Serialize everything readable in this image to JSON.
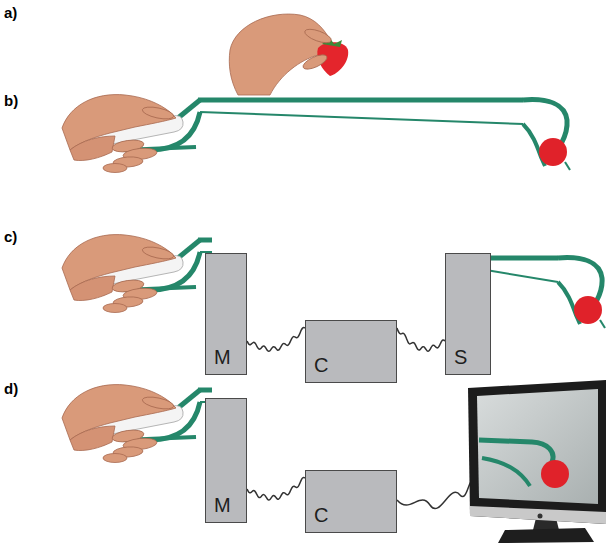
{
  "diagram": {
    "nodes": [
      {
        "text": [
          "M"
        ]
      },
      {
        "text": [
          "C"
        ]
      },
      {
        "text": [
          "S"
        ]
      },
      {
        "text": [
          "M"
        ]
      },
      {
        "text": [
          "C"
        ]
      }
    ],
    "edges": [
      {
        "from": 0,
        "to": 1,
        "arrow": "none"
      },
      {
        "from": 1,
        "to": 2,
        "arrow": "none"
      },
      {
        "from": 3,
        "to": 4,
        "arrow": "none"
      }
    ],
    "labels": [
      "a)",
      "b)",
      "c)",
      "d)"
    ]
  }
}
